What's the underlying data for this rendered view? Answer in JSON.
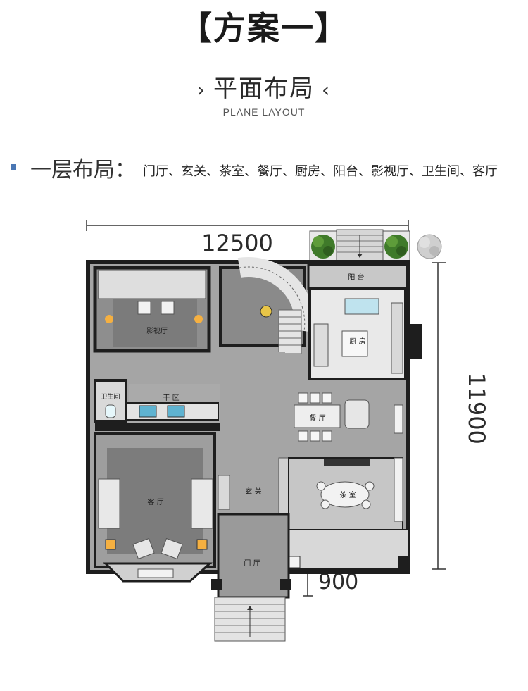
{
  "header": {
    "title": "【方案一】",
    "chev_left": "›",
    "subtitle": "平面布局",
    "chev_right": "‹",
    "subtitle_en": "PLANE LAYOUT"
  },
  "section": {
    "heading": "一层布局：",
    "rooms_text": "门厅、玄关、茶室、餐厅、厨房、阳台、影视厅、卫生间、客厅"
  },
  "dimensions": {
    "width": "12500",
    "depth": "11900",
    "step": "900"
  },
  "rooms": {
    "theater": "影视厅",
    "bathroom": "卫生间",
    "dry_zone": "干 区",
    "living": "客 厅",
    "foyer": "玄 关",
    "entrance": "门 厅",
    "dining": "餐 厅",
    "tea": "茶 室",
    "kitchen": "厨 房",
    "balcony": "阳 台"
  },
  "colors": {
    "wall": "#1e1e1e",
    "floor": "#a5a5a5",
    "room_floor": "#8e8e8e",
    "light_floor": "#c8c8c8",
    "kitchen_floor": "#e9e9e9",
    "accent_blue": "#4a77b4"
  }
}
